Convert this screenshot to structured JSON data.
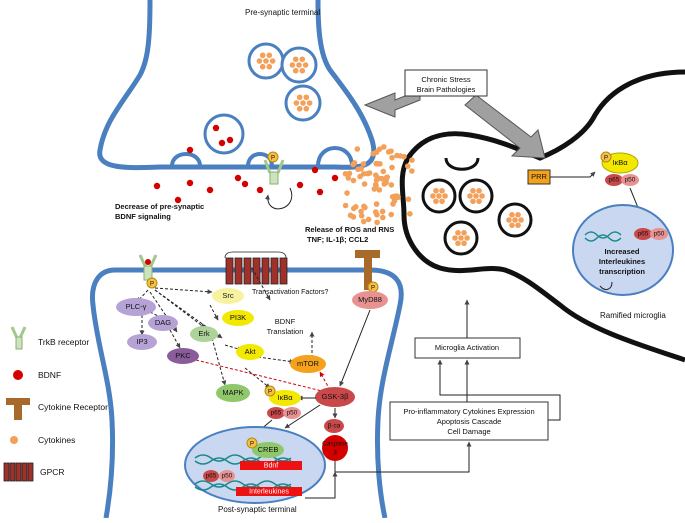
{
  "labels": {
    "pre_synaptic": "Pre-synaptic terminal",
    "post_synaptic": "Post-synaptic terminal",
    "decrease_1": "Decrease of pre-synaptic",
    "decrease_2": "BDNF signaling",
    "ros_1": "Release of ROS and RNS",
    "ros_2": "TNF; IL-1β; CCL2",
    "stress_1": "Chronic Stress",
    "stress_2": "Brain Pathologies",
    "transactivation": "Transactivation Factors?",
    "bdnf_translation_1": "BDNF",
    "bdnf_translation_2": "Translation",
    "microglia_activation": "Microglia Activation",
    "proinflam_1": "Pro-inflammatory Cytokines Expression",
    "proinflam_2": "Apoptosis Cascade",
    "proinflam_3": "Cell Damage",
    "ramified": "Ramified microglia",
    "increased_1": "Increased",
    "increased_2": "Interleukines",
    "increased_3": "transcription",
    "prr": "PRR",
    "gene_bdnf": "Bdnf",
    "gene_il": "Interleukines",
    "p": "P"
  },
  "nodes": {
    "plcg": "PLC-γ",
    "dag": "DAG",
    "ip3": "IP3",
    "pkc": "PKC",
    "erk": "Erk",
    "src": "Src",
    "pi3k": "PI3K",
    "akt": "Akt",
    "mtor": "mTOR",
    "mapk": "MAPK",
    "myd88": "MyD88",
    "gsk3b": "GSK-3β",
    "ikba": "IκBα",
    "p65": "p65",
    "p50": "p50",
    "creb": "CREB",
    "b_cat": "β-ca",
    "caspase_1": "Caspase",
    "caspase_2": "3"
  },
  "legend": [
    {
      "icon": "trkb-receptor-icon",
      "label": "TrkB receptor"
    },
    {
      "icon": "bdnf-dot-icon",
      "label": "BDNF"
    },
    {
      "icon": "cytokine-receptor-icon",
      "label": "Cytokine Receptor"
    },
    {
      "icon": "cytokine-dot-icon",
      "label": "Cytokines"
    },
    {
      "icon": "gpcr-icon",
      "label": "GPCR"
    }
  ],
  "colors": {
    "membrane": "#4a7fc0",
    "bdnf": "#d40000",
    "cytokine": "#f2a05a",
    "purple": "#b6a3d6",
    "green": "#8fc86a",
    "yellow": "#f2e800",
    "orange": "#f4a21b",
    "brown": "#a86a2a",
    "gpcr": "#a0302a",
    "gsk": "#c9494b",
    "salmon": "#e89292",
    "nucleus": "#c9d8f0",
    "arrow_gray": "#a0a0a0"
  }
}
